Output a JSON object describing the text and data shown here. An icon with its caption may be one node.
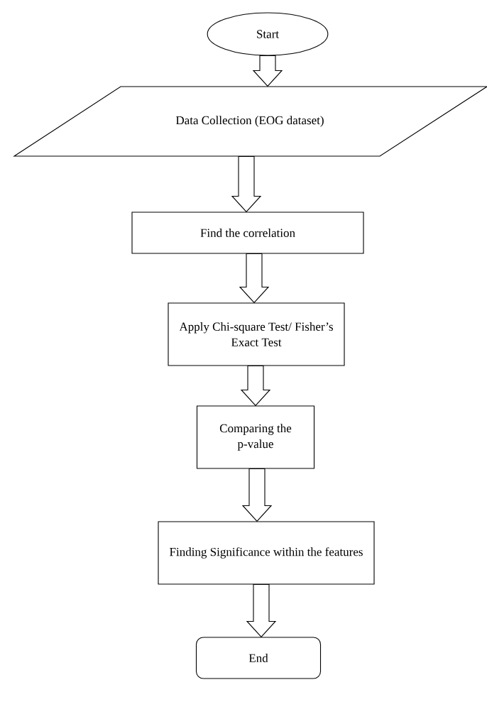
{
  "diagram": {
    "nodes": [
      {
        "text": [
          "Start"
        ]
      },
      {
        "text": [
          "Data Collection (EOG dataset)"
        ]
      },
      {
        "text": [
          "Find the correlation"
        ]
      },
      {
        "text": [
          "Apply Chi-square Test/ Fisher’s Exact Test"
        ]
      },
      {
        "text": [
          "Comparing the p-value"
        ]
      },
      {
        "text": [
          "Finding Significance within the features"
        ]
      },
      {
        "text": [
          "End"
        ]
      }
    ],
    "edges": [
      {
        "from": 0,
        "to": 1,
        "arrow": "to"
      },
      {
        "from": 1,
        "to": 2,
        "arrow": "to"
      },
      {
        "from": 2,
        "to": 3,
        "arrow": "to"
      },
      {
        "from": 3,
        "to": 4,
        "arrow": "to"
      },
      {
        "from": 4,
        "to": 5,
        "arrow": "to"
      },
      {
        "from": 5,
        "to": 6,
        "arrow": "to"
      }
    ]
  }
}
